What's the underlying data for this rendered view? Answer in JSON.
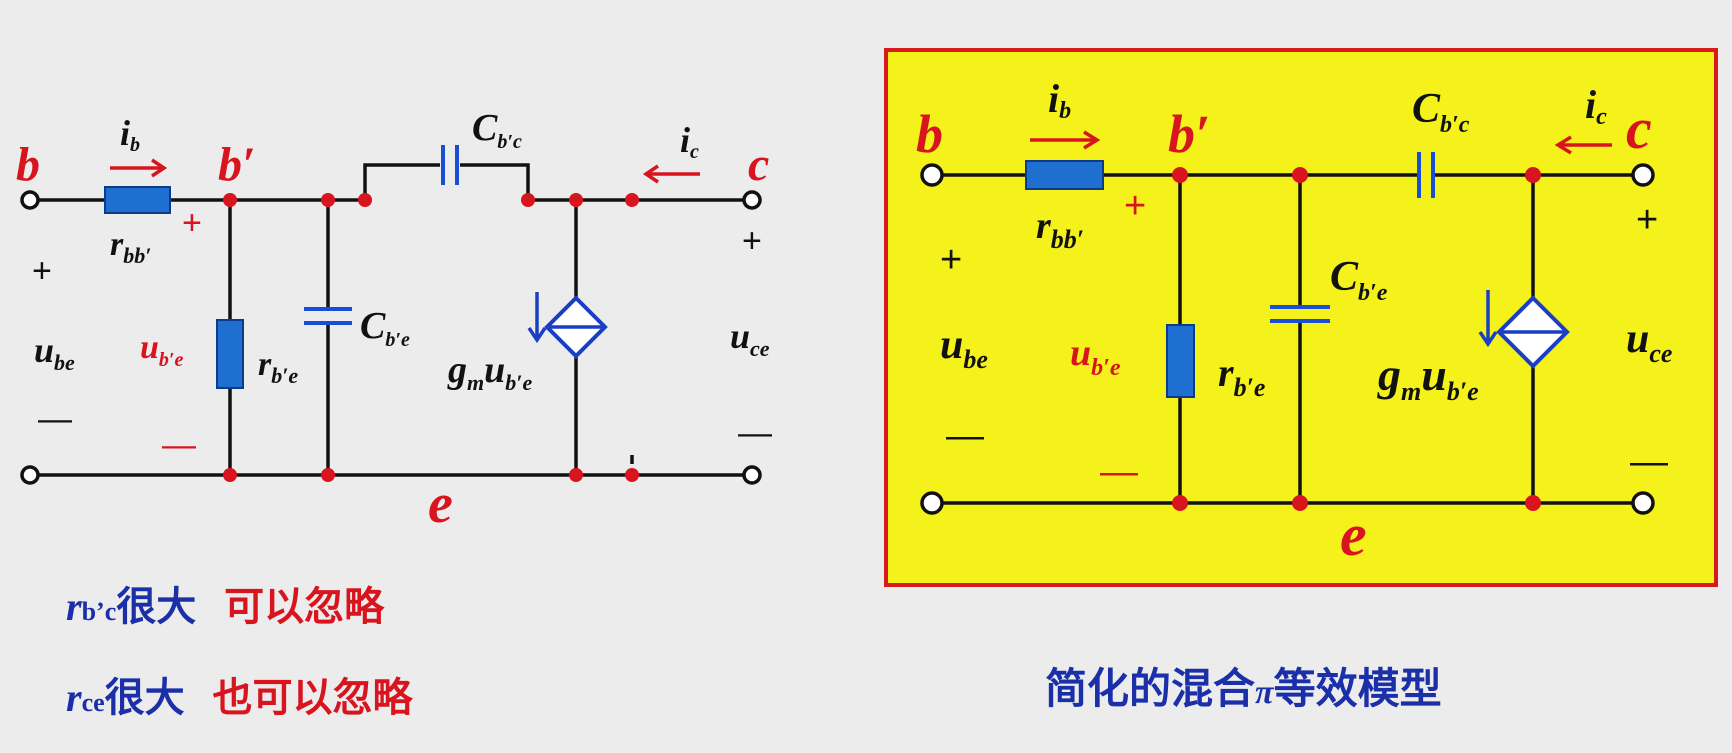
{
  "left_circuit": {
    "nodes": {
      "b": "b",
      "b_prime": "b′",
      "c": "c",
      "e": "e"
    },
    "ib_main": "i",
    "ib_sub": "b",
    "ic_main": "i",
    "ic_sub": "c",
    "rbb_main": "r",
    "rbb_sub": "bb′",
    "ube_main": "u",
    "ube_sub": "be",
    "ubpe_main": "u",
    "ubpe_sub": "b′e",
    "rbpe_main": "r",
    "rbpe_sub": "b′e",
    "cbpe_main": "C",
    "cbpe_sub": "b′e",
    "cbpc_main": "C",
    "cbpc_sub": "b′c",
    "gm_main": "g",
    "gm_sub": "m",
    "gm_u": "u",
    "gm_u_sub": "b′e",
    "uce_main": "u",
    "uce_sub": "ce",
    "plus": "+",
    "minus": "—"
  },
  "right_circuit": {
    "nodes": {
      "b": "b",
      "b_prime": "b′",
      "c": "c",
      "e": "e"
    },
    "ib_main": "i",
    "ib_sub": "b",
    "ic_main": "i",
    "ic_sub": "c",
    "rbb_main": "r",
    "rbb_sub": "bb′",
    "ube_main": "u",
    "ube_sub": "be",
    "ubpe_main": "u",
    "ubpe_sub": "b′e",
    "rbpe_main": "r",
    "rbpe_sub": "b′e",
    "cbpe_main": "C",
    "cbpe_sub": "b′e",
    "cbpc_main": "C",
    "cbpc_sub": "b′c",
    "gm_main": "g",
    "gm_sub": "m",
    "gm_u": "u",
    "gm_u_sub": "b′e",
    "uce_main": "u",
    "uce_sub": "ce",
    "plus": "+",
    "minus": "—"
  },
  "notes": {
    "line1_sym": "r",
    "line1_sub": "b’c",
    "line1_blue": "很大",
    "line1_red": "可以忽略",
    "line2_sym": "r",
    "line2_sub": "ce",
    "line2_blue": "很大",
    "line2_red": "也可以忽略"
  },
  "caption": {
    "pre": "简化的混合",
    "pi": "π",
    "post": "等效模型"
  },
  "colors": {
    "highlight_fill": "#f4f21a",
    "highlight_border": "#d81a1a",
    "accent_red": "#d8141e",
    "accent_blue": "#1b2fa8"
  }
}
